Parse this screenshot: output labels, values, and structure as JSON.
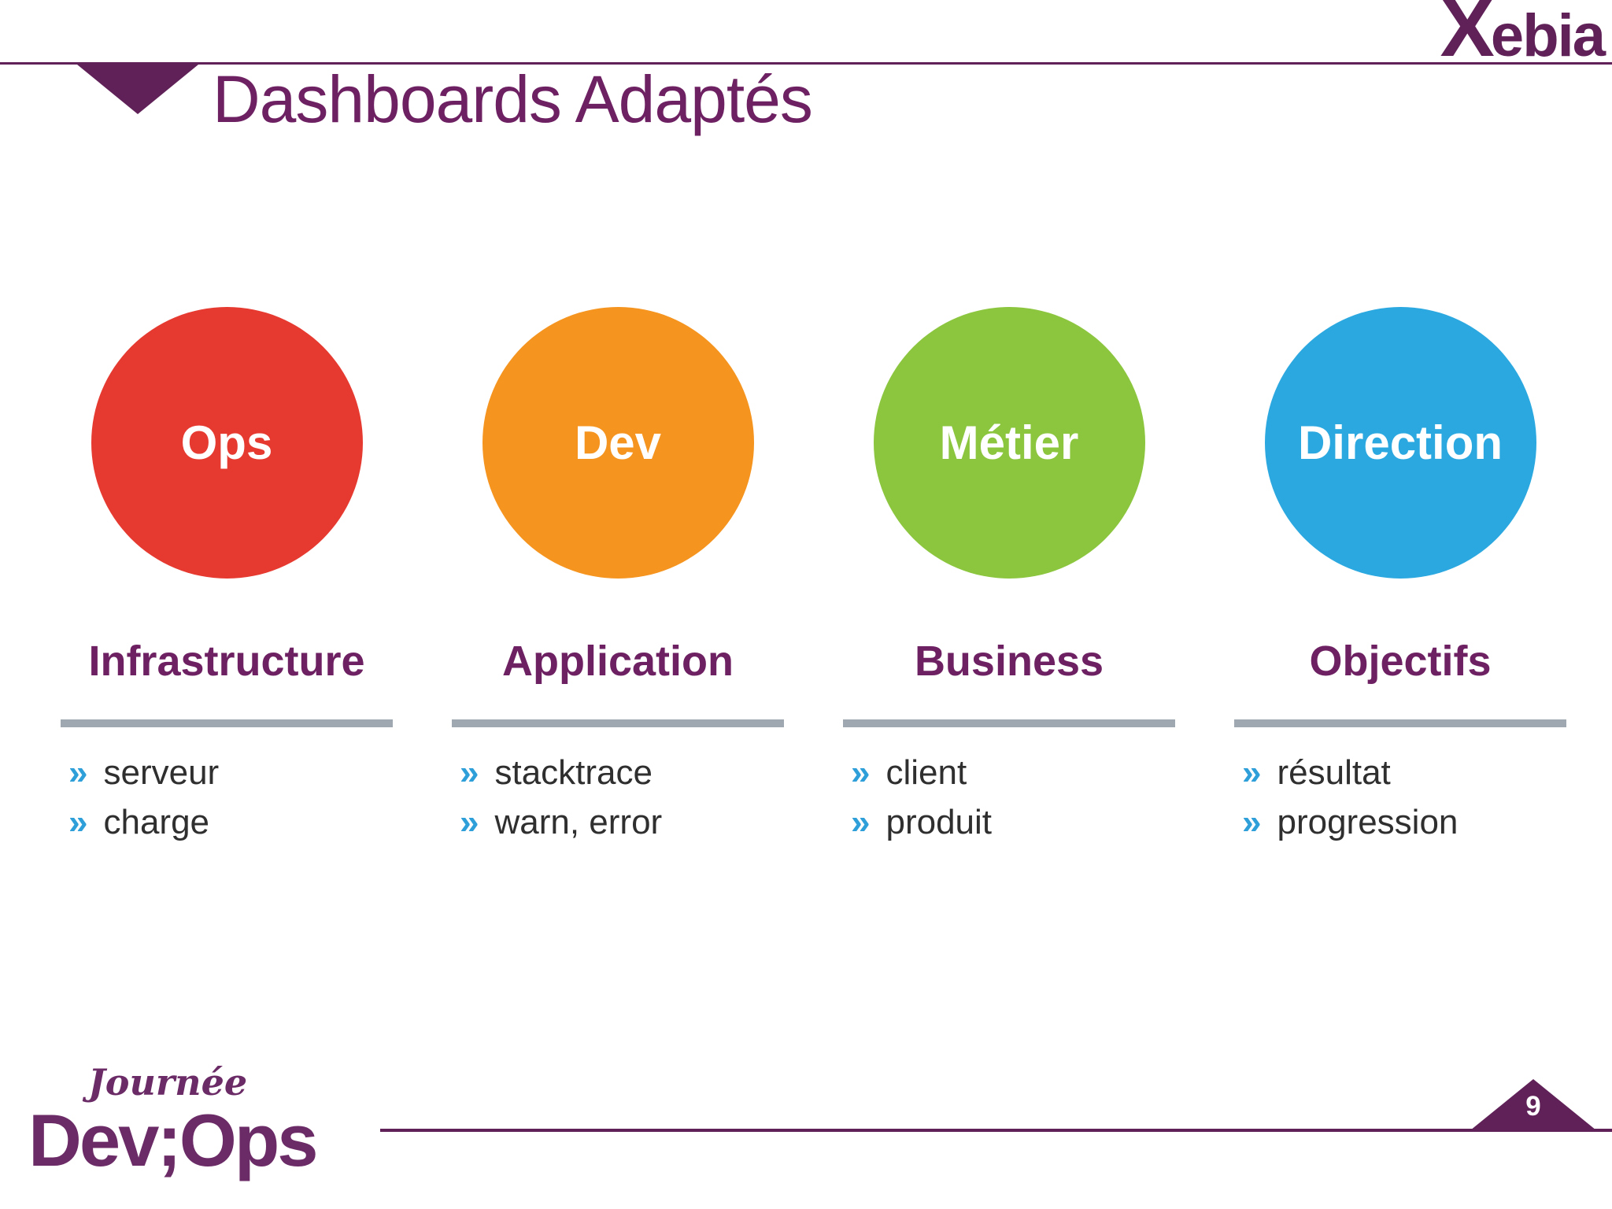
{
  "header": {
    "brand_x": "X",
    "brand_rest": "ebia",
    "title": "Dashboards Adaptés"
  },
  "ui": {
    "bullet_marker": "»"
  },
  "columns": [
    {
      "circle_label": "Ops",
      "color": "#E63A30",
      "heading": "Infrastructure",
      "bullets": [
        "serveur",
        "charge"
      ]
    },
    {
      "circle_label": "Dev",
      "color": "#F5941E",
      "heading": "Application",
      "bullets": [
        "stacktrace",
        "warn, error"
      ]
    },
    {
      "circle_label": "Métier",
      "color": "#8CC63F",
      "heading": "Business",
      "bullets": [
        "client",
        "produit"
      ]
    },
    {
      "circle_label": "Direction",
      "color": "#2BA8E0",
      "heading": "Objectifs",
      "bullets": [
        "résultat",
        "progression"
      ]
    }
  ],
  "footer": {
    "logo_top": "Journée",
    "logo_bottom": "Dev;Ops",
    "page_number": "9"
  },
  "colors": {
    "purple": "#6E2162",
    "purple-dark": "#5F2157",
    "rule-gray": "#9FA8B0",
    "bullet-blue": "#2E9FD8",
    "text-dark": "#2F2F2F",
    "logo-purple": "#6B2B66"
  }
}
